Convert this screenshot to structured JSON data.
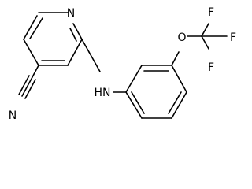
{
  "molecule": {
    "atom_labels": {
      "ring_nitrogen": "N",
      "amine": "HN",
      "oxygen": "O",
      "nitrile_nitrogen": "N",
      "fluorine_top": "F",
      "fluorine_right": "F",
      "fluorine_bottom": "F"
    }
  }
}
